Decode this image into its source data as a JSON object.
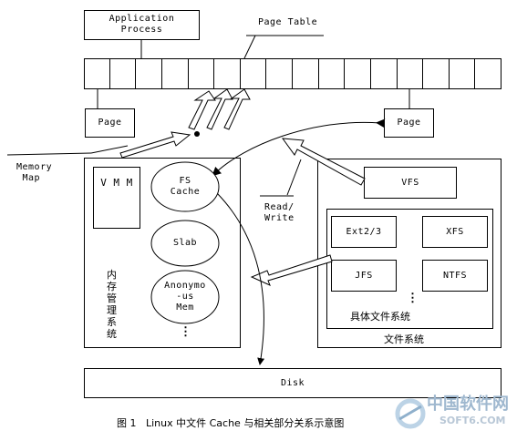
{
  "nodes": {
    "application_process": "Application\nProcess",
    "page_table": "Page Table",
    "page_left": "Page",
    "page_right": "Page",
    "memory_map": "Memory\n Map",
    "vmm": "V\nM\nM",
    "fs_cache": "FS\nCache",
    "slab": "Slab",
    "anon_mem": "Anonymo\n-us\nMem",
    "mem_dots": "⋮",
    "mem_system": "内\n存\n管\n理\n系\n统",
    "read_write": "Read/\nWrite",
    "vfs": "VFS",
    "ext": "Ext2/3",
    "xfs": "XFS",
    "jfs": "JFS",
    "ntfs": "NTFS",
    "fs_dots": "⋮",
    "concrete_fs": "具体文件系统",
    "file_system": "文件系统",
    "disk": "Disk"
  },
  "caption": "图 1   Linux 中文件 Cache 与相关部分关系示意图",
  "watermark": {
    "cn": "中国软件网",
    "en": "SOFT6.COM"
  },
  "page_table_cells": 16
}
